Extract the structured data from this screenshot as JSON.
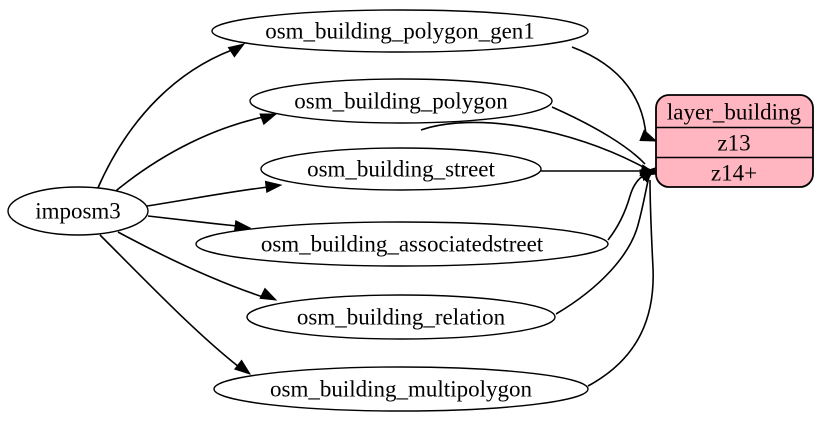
{
  "diagram": {
    "type": "graphviz-dependency-graph",
    "background_color": "#ffffff",
    "edge_color": "#000000",
    "table_fill": "#ffffff",
    "source_node": {
      "label": "imposm3"
    },
    "tables": [
      {
        "label": "osm_building_polygon_gen1"
      },
      {
        "label": "osm_building_polygon"
      },
      {
        "label": "osm_building_street"
      },
      {
        "label": "osm_building_associatedstreet"
      },
      {
        "label": "osm_building_relation"
      },
      {
        "label": "osm_building_multipolygon"
      }
    ],
    "layer_node": {
      "title": "layer_building",
      "rows": [
        "z13",
        "z14+"
      ],
      "fill": "#ffb6c1",
      "border_color": "#000000"
    },
    "edges": [
      {
        "from": "imposm3",
        "to": "osm_building_polygon_gen1"
      },
      {
        "from": "imposm3",
        "to": "osm_building_polygon"
      },
      {
        "from": "imposm3",
        "to": "osm_building_street"
      },
      {
        "from": "imposm3",
        "to": "osm_building_associatedstreet"
      },
      {
        "from": "imposm3",
        "to": "osm_building_relation"
      },
      {
        "from": "imposm3",
        "to": "osm_building_multipolygon"
      },
      {
        "from": "osm_building_polygon_gen1",
        "to": "layer_building",
        "target_row": "z13"
      },
      {
        "from": "osm_building_polygon",
        "to": "layer_building",
        "target_row": "z14+"
      },
      {
        "from": "osm_building_street",
        "to": "layer_building",
        "target_row": "z14+"
      },
      {
        "from": "osm_building_associatedstreet",
        "to": "layer_building",
        "target_row": "z14+"
      },
      {
        "from": "osm_building_relation",
        "to": "layer_building",
        "target_row": "z14+"
      },
      {
        "from": "osm_building_multipolygon",
        "to": "layer_building",
        "target_row": "z14+"
      }
    ]
  }
}
